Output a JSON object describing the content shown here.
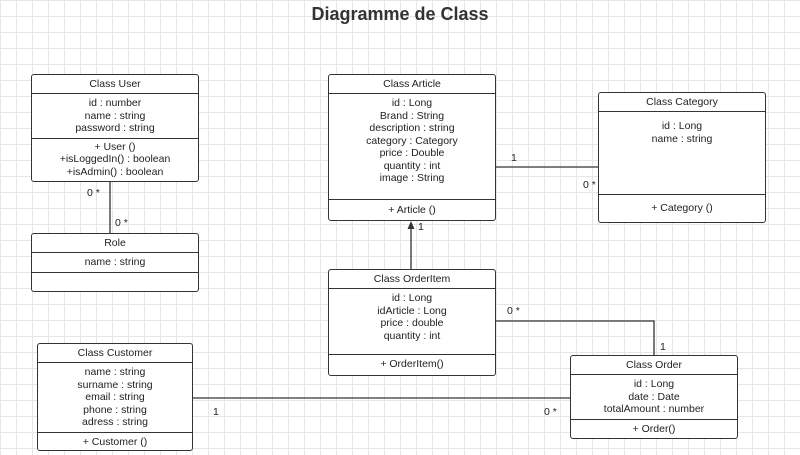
{
  "title": "Diagramme de Class",
  "classes": {
    "user": {
      "name": "Class User",
      "attributes": [
        "id : number",
        "name : string",
        "password : string"
      ],
      "operations": [
        "+ User ()",
        "+isLoggedIn() : boolean",
        "+isAdmin() : boolean"
      ]
    },
    "role": {
      "name": "Role",
      "attributes": [
        "name : string"
      ],
      "operations": []
    },
    "article": {
      "name": "Class Article",
      "attributes": [
        "id : Long",
        "Brand : String",
        "description : string",
        "category : Category",
        "price : Double",
        "quantity : int",
        "image : String"
      ],
      "operations": [
        "+ Article ()"
      ]
    },
    "category": {
      "name": "Class Category",
      "attributes": [
        "id : Long",
        "name : string"
      ],
      "operations": [
        "+ Category ()"
      ]
    },
    "orderitem": {
      "name": "Class OrderItem",
      "attributes": [
        "id : Long",
        "idArticle : Long",
        "price : double",
        "quantity : int"
      ],
      "operations": [
        "+ OrderItem()"
      ]
    },
    "customer": {
      "name": "Class Customer",
      "attributes": [
        "name : string",
        "surname : string",
        "email : string",
        "phone : string",
        "adress : string"
      ],
      "operations": [
        "+ Customer ()"
      ]
    },
    "order": {
      "name": "Class Order",
      "attributes": [
        "id : Long",
        "date : Date",
        "totalAmount : number"
      ],
      "operations": [
        "+ Order()"
      ]
    }
  },
  "multiplicities": {
    "user_role_top": "0 *",
    "user_role_bottom": "0 *",
    "article_category_left": "1",
    "article_category_right": "0 *",
    "orderitem_article": "1",
    "orderitem_order_top": "0 *",
    "orderitem_order_bottom": "1",
    "customer_order_left": "1",
    "customer_order_right": "0 *"
  }
}
